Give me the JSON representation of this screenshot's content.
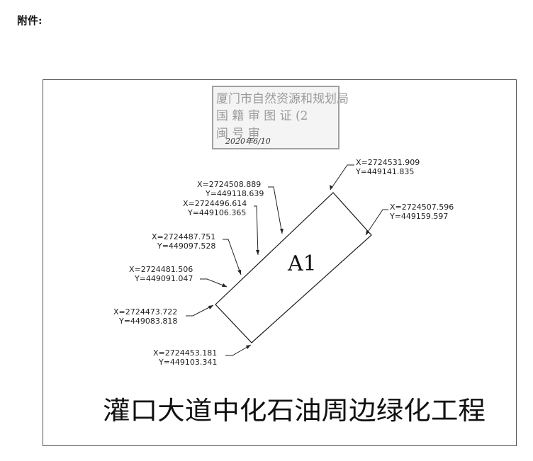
{
  "attachment_label": "附件:",
  "stamp": {
    "line1": "厦门市自然资源和规划局",
    "line2": "国 籍 审 图 证 (2",
    "line3": "闽 号 审",
    "handwriting": "2020年6/10"
  },
  "parcel": {
    "id": "A1"
  },
  "coordinates": [
    {
      "x": "X=2724531.909",
      "y": "Y=449141.835"
    },
    {
      "x": "X=2724508.889",
      "y": "Y=449118.639"
    },
    {
      "x": "X=2724496.614",
      "y": "Y=449106.365"
    },
    {
      "x": "X=2724487.751",
      "y": "Y=449097.528"
    },
    {
      "x": "X=2724481.506",
      "y": "Y=449091.047"
    },
    {
      "x": "X=2724473.722",
      "y": "Y=449083.818"
    },
    {
      "x": "X=2724453.181",
      "y": "Y=449103.341"
    },
    {
      "x": "X=2724507.596",
      "y": "Y=449159.597"
    }
  ],
  "project_title": "灌口大道中化石油周边绿化工程",
  "colors": {
    "ink": "#222222",
    "frame": "#555555",
    "stamp": "#9a9a9a"
  }
}
